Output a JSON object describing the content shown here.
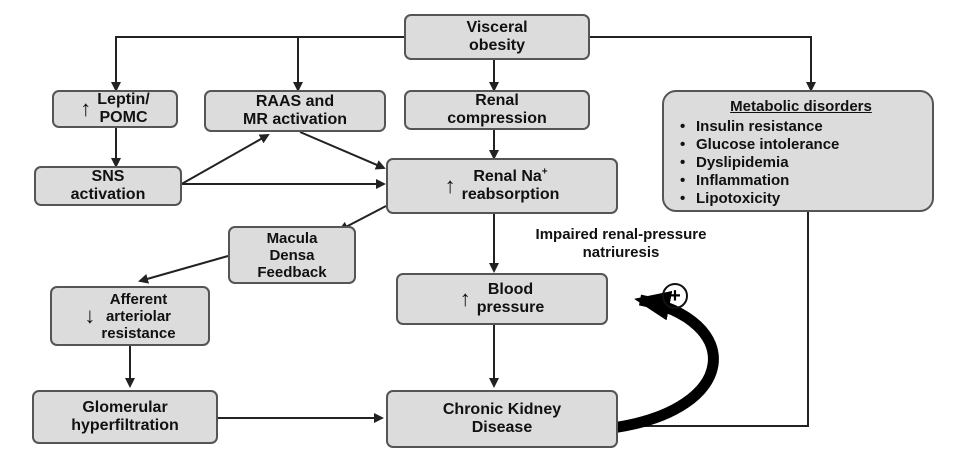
{
  "nodes": {
    "visceral_obesity": [
      "Visceral",
      "obesity"
    ],
    "leptin": [
      "Leptin/",
      "POMC"
    ],
    "raas": [
      "RAAS and",
      "MR activation"
    ],
    "renal_compression": [
      "Renal",
      "compression"
    ],
    "sns": [
      "SNS",
      "activation"
    ],
    "renal_na_line1": "Renal Na",
    "renal_na_sup": "+",
    "renal_na_line2": "reabsorption",
    "macula": [
      "Macula",
      "Densa",
      "Feedback"
    ],
    "afferent": [
      "Afferent",
      "arteriolar",
      "resistance"
    ],
    "blood_pressure": [
      "Blood",
      "pressure"
    ],
    "glomerular": [
      "Glomerular",
      "hyperfiltration"
    ],
    "ckd": [
      "Chronic Kidney",
      "Disease"
    ]
  },
  "metabolic": {
    "title": "Metabolic disorders",
    "items": [
      "Insulin resistance",
      "Glucose intolerance",
      "Dyslipidemia",
      "Inflammation",
      "Lipotoxicity"
    ]
  },
  "labels": {
    "impaired": [
      "Impaired renal-pressure",
      "natriuresis"
    ],
    "plus": "+"
  },
  "glyphs": {
    "up_arrow": "↑",
    "down_arrow": "↓"
  }
}
